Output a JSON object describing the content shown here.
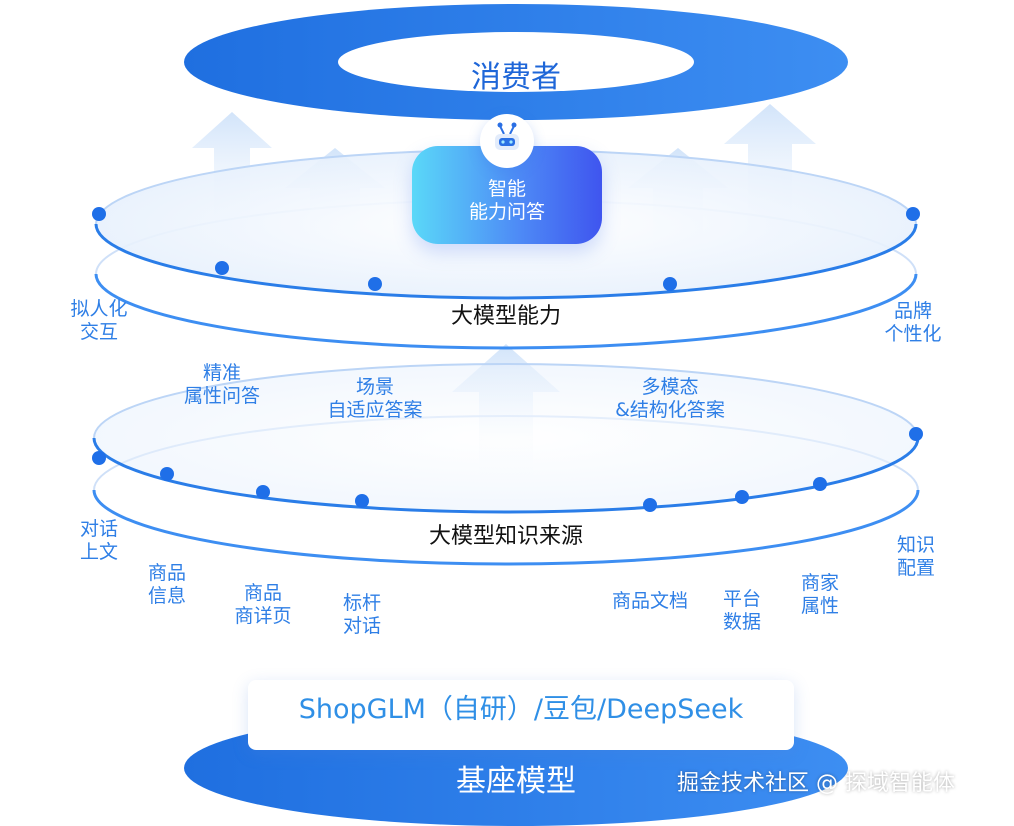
{
  "top": {
    "title": "消费者"
  },
  "qa": {
    "line1": "智能",
    "line2": "能力问答"
  },
  "capability_layer": {
    "title": "大模型能力",
    "items": [
      {
        "line1": "拟人化",
        "line2": "交互"
      },
      {
        "line1": "精准",
        "line2": "属性问答"
      },
      {
        "line1": "场景",
        "line2": "自适应答案"
      },
      {
        "line1": "多模态",
        "line2": "&结构化答案"
      },
      {
        "line1": "品牌",
        "line2": "个性化"
      }
    ]
  },
  "knowledge_layer": {
    "title": "大模型知识来源",
    "items": [
      {
        "line1": "对话",
        "line2": "上文"
      },
      {
        "line1": "商品",
        "line2": "信息"
      },
      {
        "line1": "商品",
        "line2": "商详页"
      },
      {
        "line1": "标杆",
        "line2": "对话"
      },
      {
        "line1": "商品文档",
        "line2": ""
      },
      {
        "line1": "平台",
        "line2": "数据"
      },
      {
        "line1": "商家",
        "line2": "属性"
      },
      {
        "line1": "知识",
        "line2": "配置"
      }
    ]
  },
  "base": {
    "models": "ShopGLM（自研）/豆包/DeepSeek",
    "title": "基座模型"
  },
  "watermark": "掘金技术社区 @ 探域智能体",
  "colors": {
    "primary": "#1e7be8",
    "light": "#dbe9fb",
    "accent_cyan": "#5ad8f8",
    "accent_indigo": "#3f55ef"
  }
}
